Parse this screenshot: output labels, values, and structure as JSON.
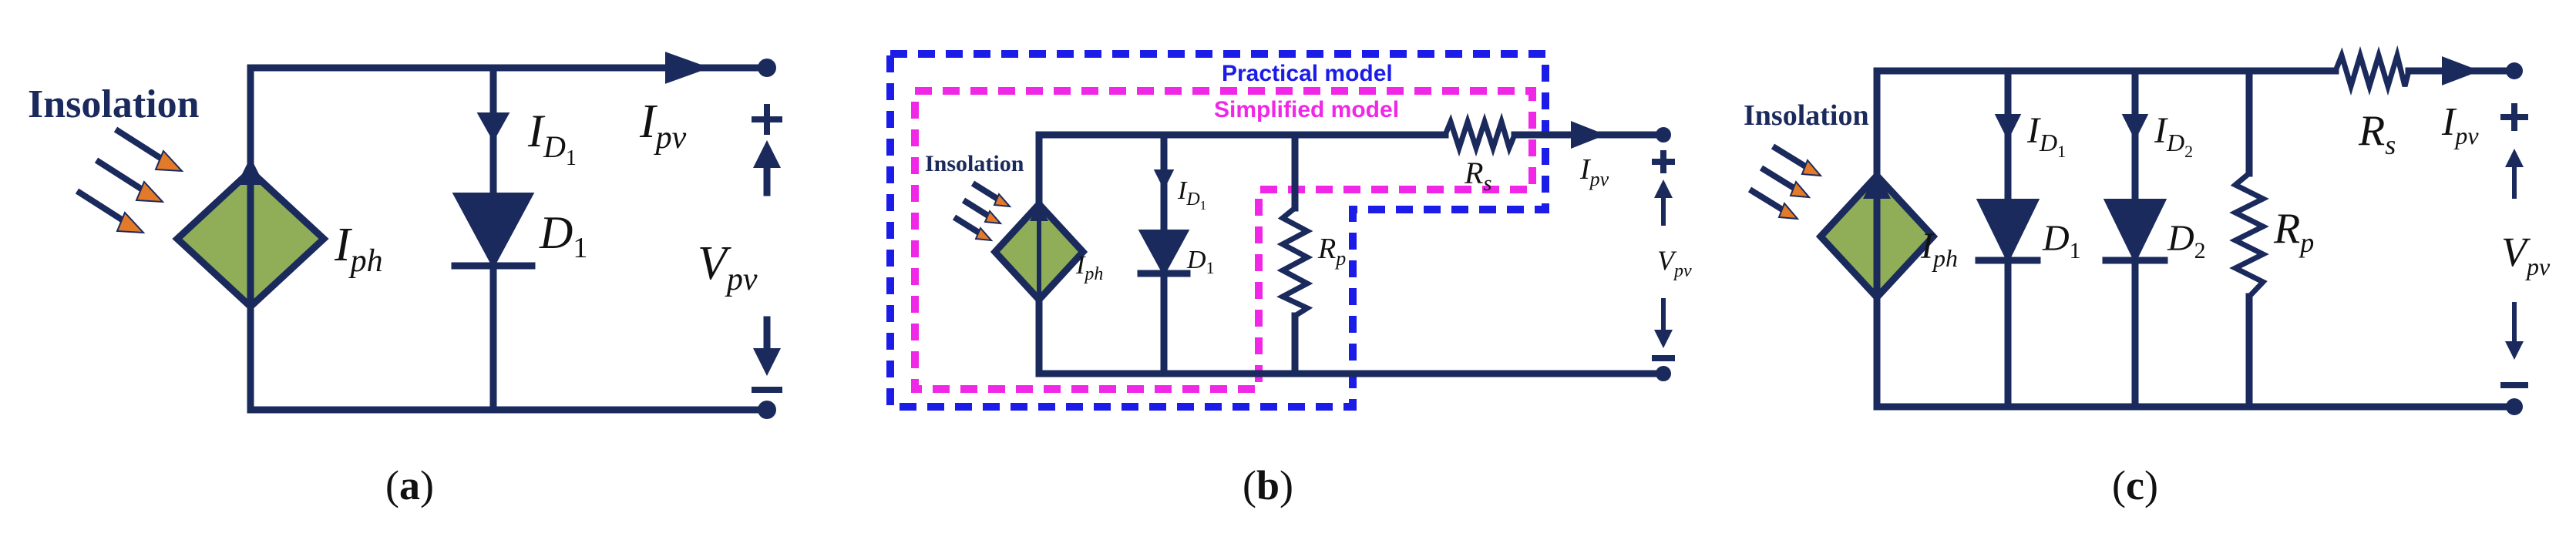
{
  "panel_a": {
    "caption_open": "(",
    "caption_letter": "a",
    "caption_close": ")",
    "insolation": "Insolation",
    "i_pv": "I",
    "i_pv_sub": "pv",
    "i_d1": "I",
    "i_d1_sub": "D",
    "i_d1_subsub": "1",
    "i_ph": "I",
    "i_ph_sub": "ph",
    "d1": "D",
    "d1_sub": "1",
    "v_pv": "V",
    "v_pv_sub": "pv",
    "plus": "+",
    "minus": "−"
  },
  "panel_b": {
    "caption_open": "(",
    "caption_letter": "b",
    "caption_close": ")",
    "practical_model": "Practical model",
    "simplified_model": "Simplified model",
    "insolation": "Insolation",
    "i_d1": "I",
    "i_d1_sub": "D",
    "i_d1_subsub": "1",
    "i_ph": "I",
    "i_ph_sub": "ph",
    "d1": "D",
    "d1_sub": "1",
    "r_p": "R",
    "r_p_sub": "p",
    "r_s": "R",
    "r_s_sub": "s",
    "i_pv": "I",
    "i_pv_sub": "pv",
    "v_pv": "V",
    "v_pv_sub": "pv",
    "plus": "+",
    "minus": "−",
    "colors": {
      "practical": "#1c1ce8",
      "simplified": "#f027e6"
    }
  },
  "panel_c": {
    "caption_open": "(",
    "caption_letter": "c",
    "caption_close": ")",
    "insolation": "Insolation",
    "i_d1": "I",
    "i_d1_sub": "D",
    "i_d1_subsub": "1",
    "i_d2": "I",
    "i_d2_sub": "D",
    "i_d2_subsub": "2",
    "i_ph": "I",
    "i_ph_sub": "ph",
    "d1": "D",
    "d1_sub": "1",
    "d2": "D",
    "d2_sub": "2",
    "r_p": "R",
    "r_p_sub": "p",
    "r_s": "R",
    "r_s_sub": "s",
    "i_pv": "I",
    "i_pv_sub": "pv",
    "v_pv": "V",
    "v_pv_sub": "pv",
    "plus": "+",
    "minus": "−"
  },
  "colors": {
    "wire": "#1b2a5c",
    "source_fill": "#8fae57",
    "ray_head": "#e37a2a"
  }
}
